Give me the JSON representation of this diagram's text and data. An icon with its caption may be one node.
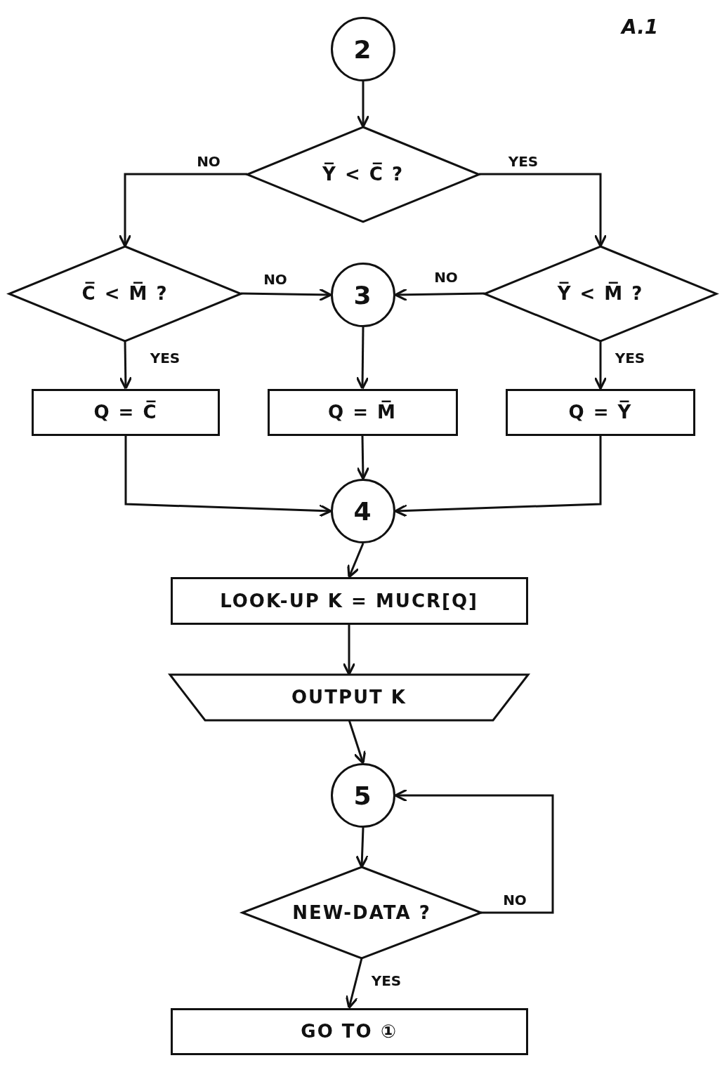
{
  "diagram": {
    "nodes": [
      {
        "text": [
          "2"
        ]
      },
      {
        "text": [
          "Y̅ < C̅ ?"
        ]
      },
      {
        "text": [
          "C̅ < M̅ ?"
        ]
      },
      {
        "text": [
          "3"
        ]
      },
      {
        "text": [
          "Y̅ < M̅ ?"
        ]
      },
      {
        "text": [
          "Q = C̅"
        ]
      },
      {
        "text": [
          "Q = M̅"
        ]
      },
      {
        "text": [
          "Q = Y̅"
        ]
      },
      {
        "text": [
          "4"
        ]
      },
      {
        "text": [
          "LOOK-UP K = MUCR[Q]"
        ]
      },
      {
        "text": [
          "OUTPUT K"
        ]
      },
      {
        "text": [
          "5"
        ]
      },
      {
        "text": [
          "NEW-DATA ?"
        ]
      },
      {
        "text": [
          "GO TO ①"
        ]
      }
    ],
    "edges": [
      {
        "from": 0,
        "to": 1,
        "arrow": "to"
      },
      {
        "from": 1,
        "to": 2,
        "arrow": "to",
        "label": "NO"
      },
      {
        "from": 1,
        "to": 4,
        "arrow": "to",
        "label": "YES"
      },
      {
        "from": 2,
        "to": 3,
        "arrow": "to",
        "label": "NO"
      },
      {
        "from": 4,
        "to": 3,
        "arrow": "to",
        "label": "NO"
      },
      {
        "from": 2,
        "to": 5,
        "arrow": "to",
        "label": "YES"
      },
      {
        "from": 4,
        "to": 7,
        "arrow": "to",
        "label": "YES"
      },
      {
        "from": 3,
        "to": 6,
        "arrow": "to"
      },
      {
        "from": 5,
        "to": 8,
        "arrow": "to"
      },
      {
        "from": 6,
        "to": 8,
        "arrow": "to"
      },
      {
        "from": 7,
        "to": 8,
        "arrow": "to"
      },
      {
        "from": 8,
        "to": 9,
        "arrow": "to"
      },
      {
        "from": 9,
        "to": 10,
        "arrow": "to"
      },
      {
        "from": 10,
        "to": 11,
        "arrow": "to"
      },
      {
        "from": 11,
        "to": 12,
        "arrow": "to"
      },
      {
        "from": 12,
        "to": 11,
        "arrow": "to",
        "label": "NO"
      },
      {
        "from": 12,
        "to": 13,
        "arrow": "to",
        "label": "YES"
      }
    ],
    "labels": [
      "A.1"
    ]
  }
}
